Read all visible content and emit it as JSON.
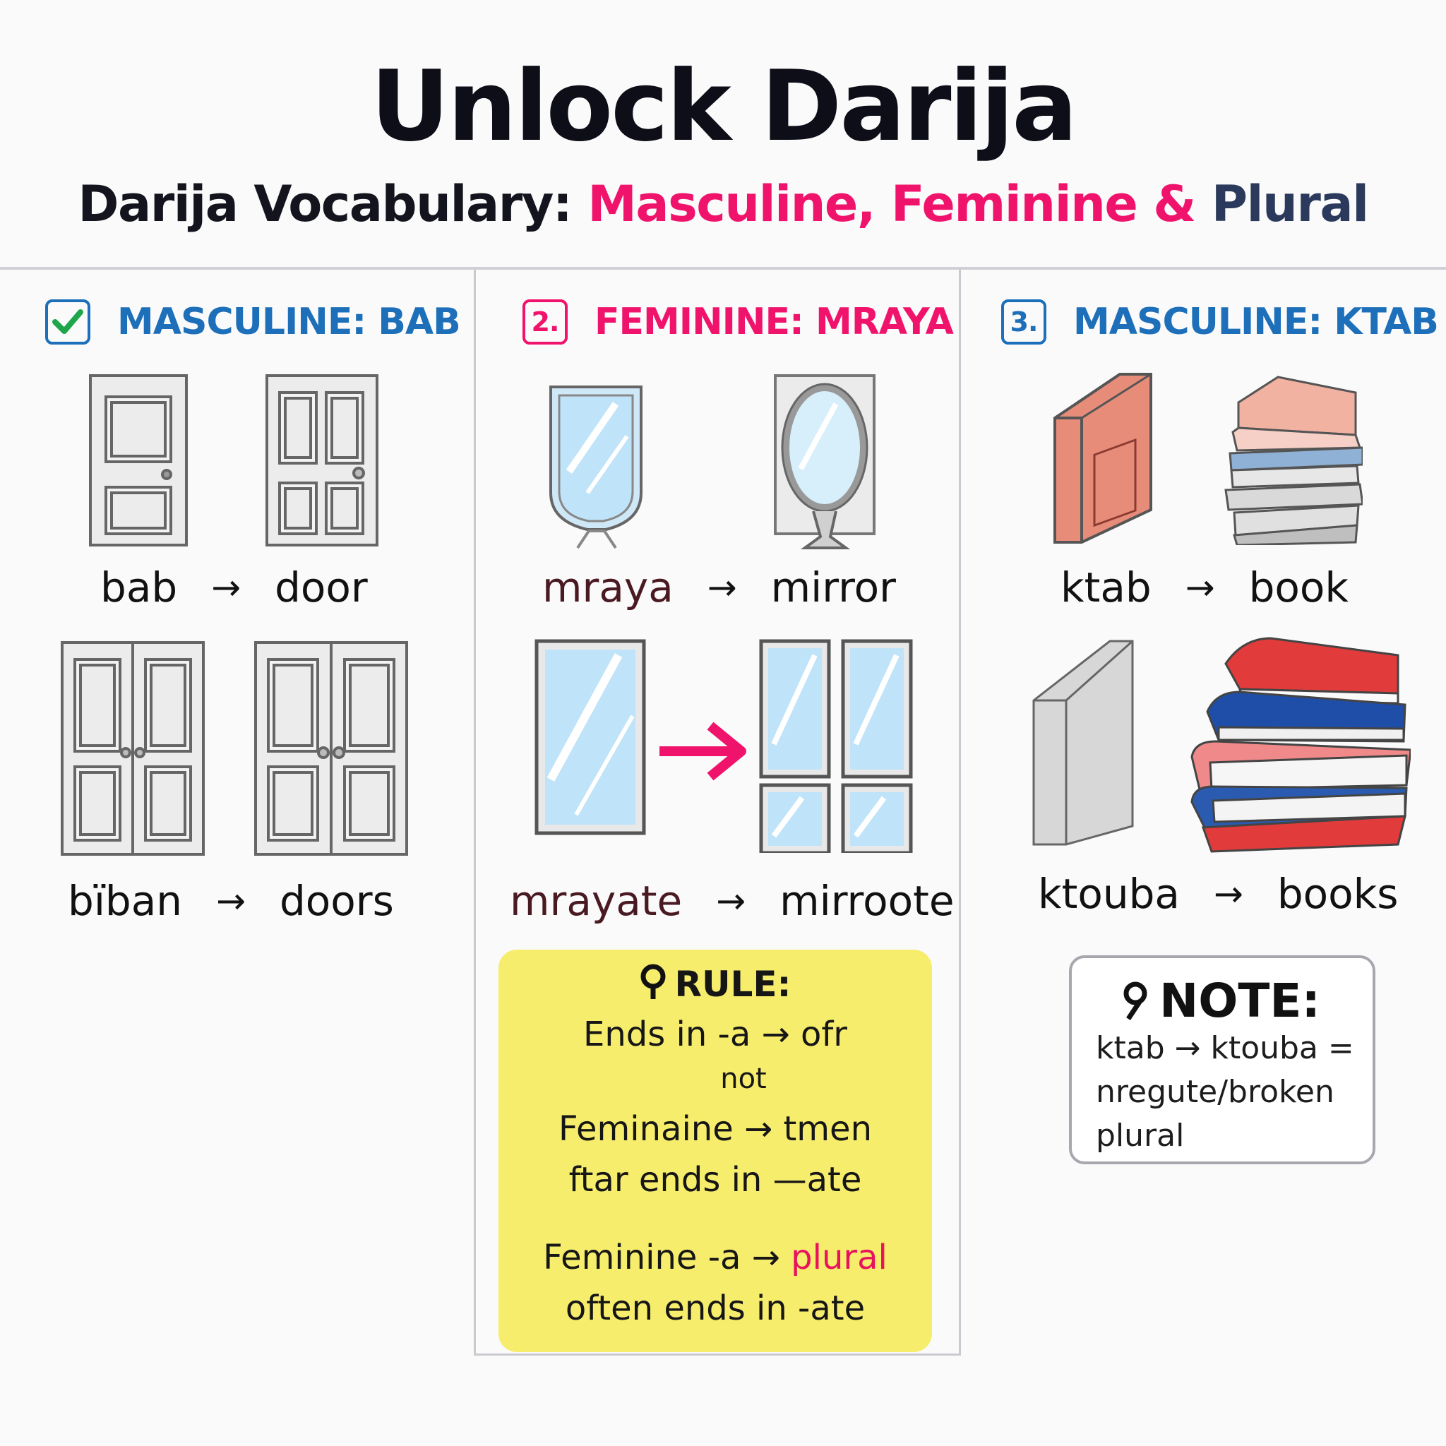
{
  "header": {
    "title": "Unlock Darija",
    "subtitle_lead": "Darija Vocabulary: ",
    "subtitle_masc_fem": "Masculine, Feminine & ",
    "subtitle_plural": "Plural"
  },
  "columns": [
    {
      "badge": "",
      "heading": "MASCULINE: BAB",
      "singular": {
        "word": "bab",
        "arrow": "→",
        "meaning": "door"
      },
      "plural": {
        "word": "bïban",
        "arrow": "→",
        "meaning": "doors"
      }
    },
    {
      "badge": "2.",
      "heading": "FEMININE: MRAYA",
      "singular": {
        "word": "mraya",
        "arrow": "→",
        "meaning": "mirror"
      },
      "plural": {
        "word": "mrayate",
        "arrow": "→",
        "meaning": "mirroote"
      }
    },
    {
      "badge": "3.",
      "heading": "MASCULINE: KTAB",
      "singular": {
        "word": "ktab",
        "arrow": "→",
        "meaning": "book"
      },
      "plural": {
        "word": "ktouba",
        "arrow": "→",
        "meaning": "books"
      }
    }
  ],
  "rule": {
    "heading": "RULE:",
    "line1": "Ends in -a → ofr",
    "line2": "not",
    "line3": "Feminaine → tmen",
    "line4": "ftar ends in —ate",
    "line5_a": "Feminine -a → ",
    "line5_b": "plural",
    "line6": "often ends in -ate"
  },
  "note": {
    "heading": "NOTE:",
    "line1": "ktab → ktouba =",
    "line2": "nregute/broken",
    "line3": "plural"
  },
  "colors": {
    "pink": "#f0136b",
    "blue": "#1c6fb8",
    "navy": "#2b3a5c",
    "rule_bg": "#f7ed6c"
  },
  "icons": {
    "col1_badge": "check-icon",
    "pins": "pin-icon"
  }
}
